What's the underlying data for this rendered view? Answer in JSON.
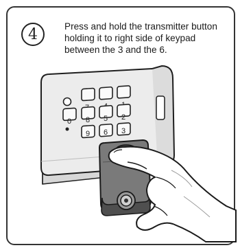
{
  "step": {
    "number": "4",
    "text": "Press and hold the transmitter button holding it to right side of keypad between the 3 and the 6."
  },
  "keypad": {
    "keys": [
      "1",
      "2",
      "3",
      "4",
      "5",
      "6",
      "7",
      "8",
      "9",
      "0"
    ]
  },
  "colors": {
    "border": "#333333",
    "keypad_body": "#e6e6e6",
    "transmitter": "#6f6f6f",
    "skin_shadow": "#cfcfcf"
  }
}
